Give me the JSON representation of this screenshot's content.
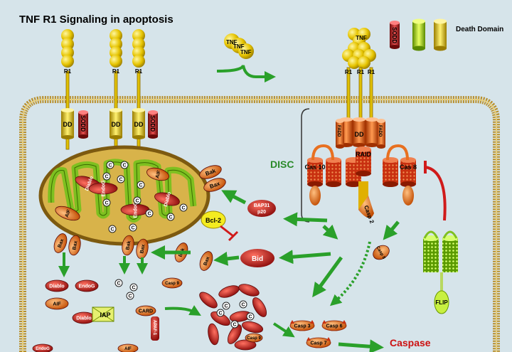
{
  "title": "TNF R1 Signaling in apoptosis",
  "legend": {
    "sodd": "SODD",
    "death_domain": "Death Domain"
  },
  "receptor": {
    "r1": "R1",
    "dd": "DD",
    "sodd": "SODD",
    "tnf": "TNF"
  },
  "disc": {
    "label": "DISC",
    "fadd": "FADD",
    "dd": "DD",
    "raid": "RAID",
    "casp10": "Cas 10",
    "casp8": "Cas 8",
    "casp2": "Casp 2",
    "casp8_free": "Casp 8"
  },
  "mito": {
    "diablo": "Diablo",
    "aif": "AIF",
    "endog": "EndoG",
    "cytc": "C",
    "bak": "Bak",
    "bax": "Bax",
    "bcl2": "Bcl-2",
    "bap31": "BAP31 p20",
    "bid": "Bid"
  },
  "cyto": {
    "diablo": "Diablo",
    "endog": "EndoG",
    "aif": "AIF",
    "iap": "IAP",
    "card": "CARD",
    "apaf1": "APAF-1",
    "casp9": "Casp 9",
    "casp3": "Casp 3",
    "casp6": "Casp 6",
    "casp7": "Casp 7",
    "flip": "FLIP",
    "cascade": "Caspase"
  },
  "colors": {
    "background": "#d6e4ea",
    "membrane": "#c8a040",
    "mito_outer": "#7d5a10",
    "mito_inner": "#80c020",
    "red": "#e0201a",
    "orange": "#f07a20",
    "green_arrow": "#2aa02a",
    "yellow": "#f0d000",
    "dark_red": "#8a1a1a"
  }
}
